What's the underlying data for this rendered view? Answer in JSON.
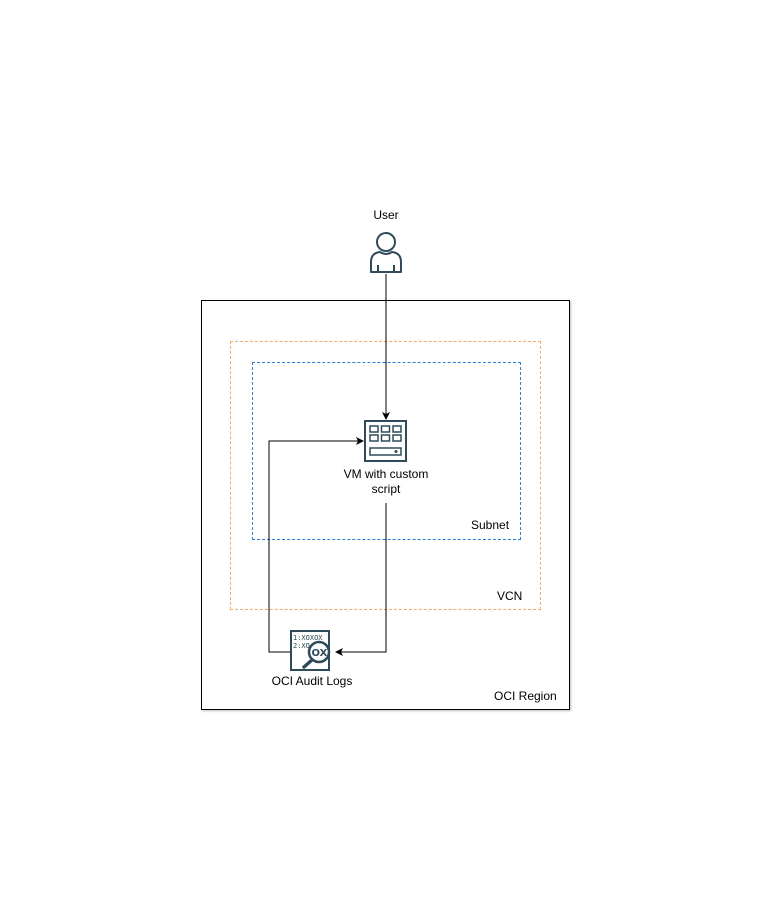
{
  "nodes": {
    "user": {
      "label": "User",
      "icon": "user-icon"
    },
    "vm": {
      "label_line1": "VM with custom",
      "label_line2": "script",
      "icon": "vm-grid-icon"
    },
    "audit_logs": {
      "label": "OCI Audit Logs",
      "icon": "audit-log-icon"
    }
  },
  "containers": {
    "region": {
      "label": "OCI Region"
    },
    "vcn": {
      "label": "VCN"
    },
    "subnet": {
      "label": "Subnet"
    }
  },
  "colors": {
    "icon_stroke": "#2f4b5a",
    "vcn_border": "#f2a96b",
    "subnet_border": "#2d7fd0",
    "edge": "#000000"
  }
}
